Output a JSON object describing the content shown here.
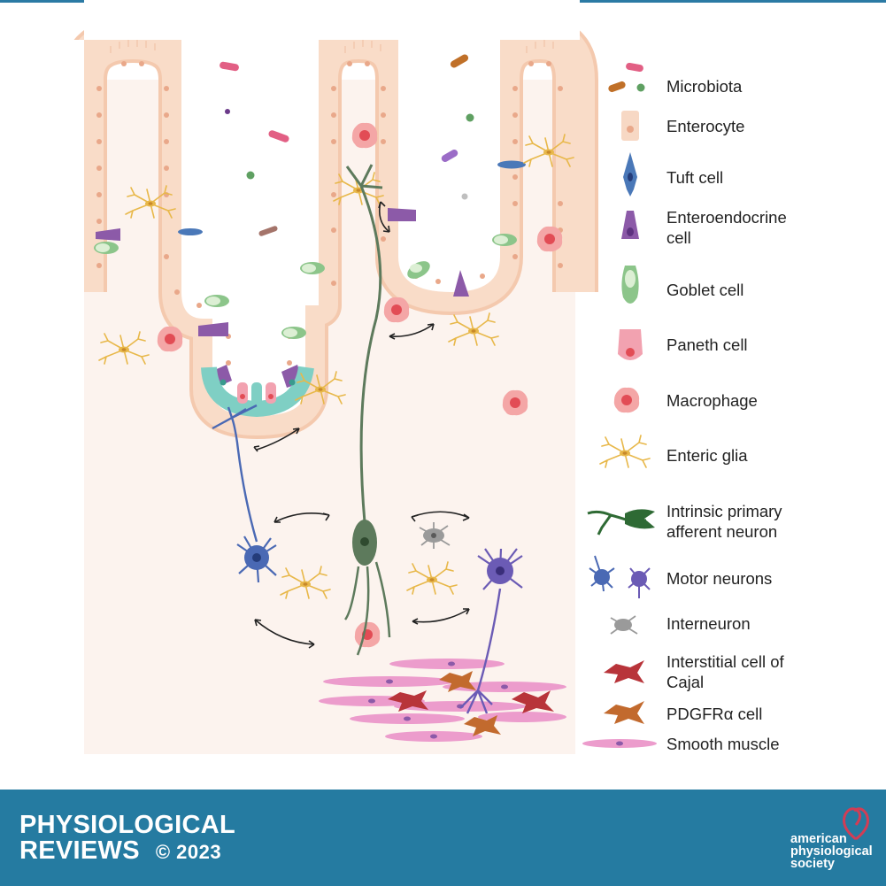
{
  "legend": {
    "microbiota": "Microbiota",
    "enterocyte": "Enterocyte",
    "tuft_cell": "Tuft cell",
    "enteroendocrine_line1": "Enteroendocrine",
    "enteroendocrine_line2": "cell",
    "goblet_cell": "Goblet cell",
    "paneth_cell": "Paneth cell",
    "macrophage": "Macrophage",
    "enteric_glia": "Enteric glia",
    "ipan_line1": "Intrinsic primary",
    "ipan_line2": "afferent neuron",
    "motor_neurons": "Motor neurons",
    "interneuron": "Interneuron",
    "icc_line1": "Interstitial cell of",
    "icc_line2": "Cajal",
    "pdgfra_cell": "PDGFRα cell",
    "smooth_muscle": "Smooth muscle"
  },
  "footer": {
    "journal_line1": "PHYSIOLOGICAL",
    "journal_line2": "REVIEWS",
    "copyright": "© 2023",
    "society_line1": "american",
    "society_line2": "physiological",
    "society_line3": "society"
  },
  "colors": {
    "tissue_bg": "#fcf3ee",
    "enterocyte": "#f7d8c4",
    "tuft": "#4a78b8",
    "enteroendocrine": "#8c5aa8",
    "goblet": "#8cc58a",
    "paneth": "#f2a2b0",
    "macrophage": "#ec6f70",
    "glia": "#e8b84a",
    "ipan": "#5d7a5c",
    "motor_blue": "#4a69b4",
    "motor_purple": "#6b5bb5",
    "interneuron": "#9a9a9a",
    "icc": "#b8343a",
    "pdgfra": "#c26a2e",
    "smooth_muscle": "#ec9ccc",
    "footer": "#257ba1"
  }
}
